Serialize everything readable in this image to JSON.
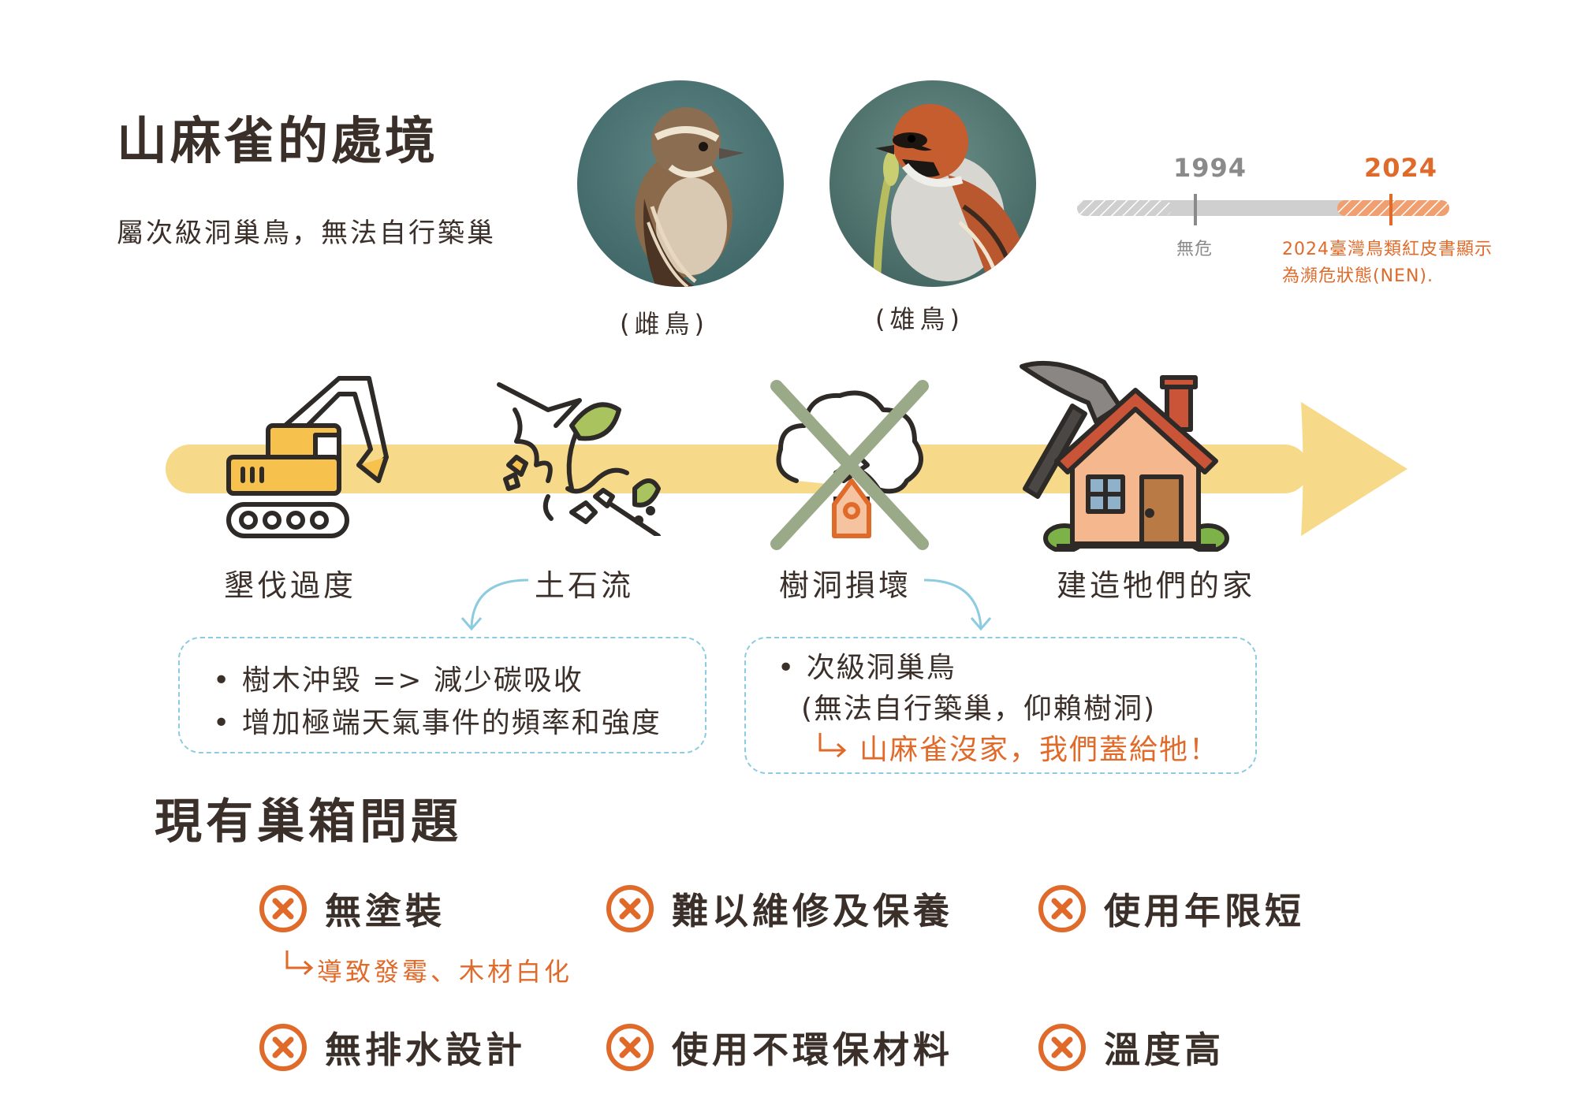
{
  "header": {
    "title": "山麻雀的處境",
    "subtitle": "屬次級洞巢鳥，無法自行築巢"
  },
  "birds": [
    {
      "caption": "(雌鳥)"
    },
    {
      "caption": "(雄鳥)"
    }
  ],
  "status_timeline": {
    "start_year": "1994",
    "end_year": "2024",
    "start_status": "無危",
    "end_note_line1": "2024臺灣鳥類紅皮書顯示",
    "end_note_line2": "為瀕危狀態(NEN)."
  },
  "flow": {
    "steps": [
      {
        "label": "墾伐過度",
        "icon": "excavator-icon"
      },
      {
        "label": "土石流",
        "icon": "landslide-icon"
      },
      {
        "label": "樹洞損壞",
        "icon": "crossed-tree-icon"
      },
      {
        "label": "建造牠們的家",
        "icon": "house-hammer-icon"
      }
    ]
  },
  "landslide_box": {
    "bullet1": "樹木沖毀 => 減少碳吸收",
    "bullet2": "增加極端天氣事件的頻率和強度"
  },
  "treehole_box": {
    "bullet1": "次級洞巢鳥",
    "bullet1_sub": "(無法自行築巢，仰賴樹洞)",
    "arrow_note": "山麻雀沒家，我們蓋給牠！"
  },
  "problems_section": {
    "title": "現有巢箱問題",
    "items": [
      {
        "label": "無塗裝"
      },
      {
        "label": "難以維修及保養"
      },
      {
        "label": "使用年限短"
      },
      {
        "label": "無排水設計"
      },
      {
        "label": "使用不環保材料"
      },
      {
        "label": "溫度高"
      }
    ],
    "note": "導致發霉、木材白化"
  },
  "colors": {
    "accent_orange": "#e06a2a",
    "arrow_yellow": "#f7d98a",
    "dash_blue": "#8ccbe0",
    "cross_green": "#9aaa88",
    "text_brown": "#3b2f2a"
  }
}
